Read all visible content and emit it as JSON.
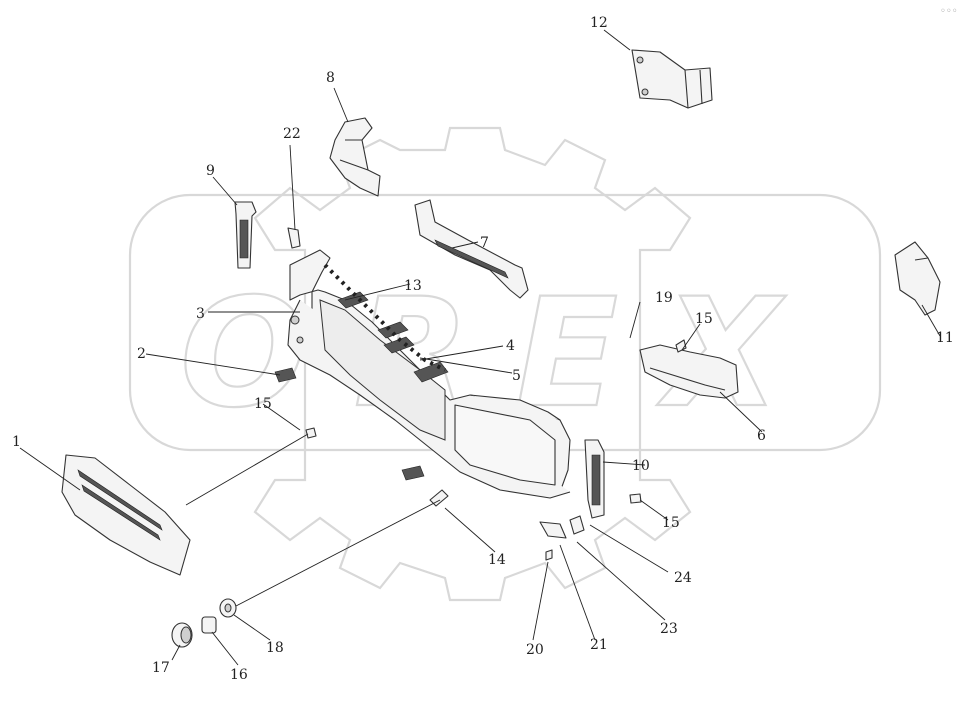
{
  "watermark": {
    "text": "OREX"
  },
  "corner_mark": "◦◦◦",
  "callouts": {
    "c1": "1",
    "c2": "2",
    "c3": "3",
    "c4": "4",
    "c5": "5",
    "c6": "6",
    "c7": "7",
    "c8": "8",
    "c9": "9",
    "c10": "10",
    "c11": "11",
    "c12": "12",
    "c13": "13",
    "c14": "14",
    "c15a": "15",
    "c15b": "15",
    "c15c": "15",
    "c16": "16",
    "c17": "17",
    "c18": "18",
    "c19": "19",
    "c20": "20",
    "c21": "21",
    "c22": "22",
    "c23": "23",
    "c24": "24"
  }
}
